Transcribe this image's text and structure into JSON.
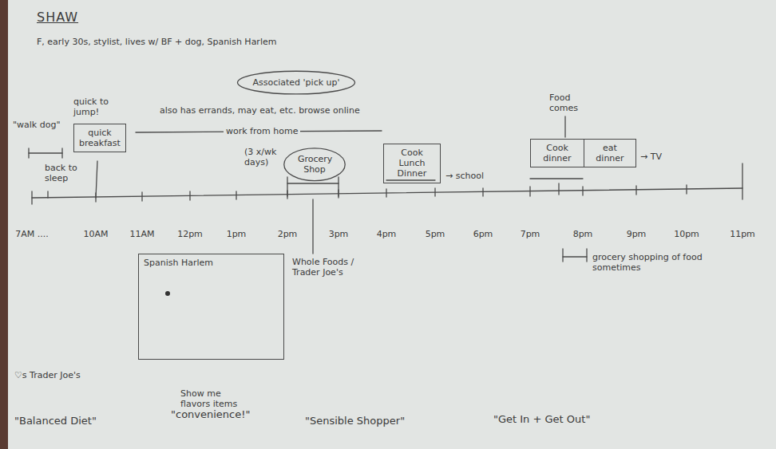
{
  "diagram": {
    "title": "SHAW",
    "nodes": [
      {
        "text": [
          "quick breakfast"
        ]
      },
      {
        "text": [
          "Associated 'pick up'"
        ]
      },
      {
        "text": [
          "Grocery Shop"
        ]
      },
      {
        "text": [
          "Cook Lunch Dinner"
        ]
      },
      {
        "text": [
          "Cook dinner"
        ]
      },
      {
        "text": [
          "eat dinner"
        ]
      },
      {
        "text": [
          "Spanish Harlem"
        ]
      }
    ],
    "labels": [
      "F, early 30s, stylist, lives w/ BF + dog, Spanish Harlem",
      "\"walk dog\"",
      "back to sleep",
      "quick to jump!",
      "also has errands, may eat, etc. browse online",
      "work from home",
      "(3 x/wk days)",
      "Whole Foods / Trader Joe's",
      "→ school",
      "Food comes",
      "→ TV",
      "grocery shopping of food sometimes",
      "7AM ....",
      "10AM",
      "11AM",
      "12pm",
      "1pm",
      "2pm",
      "3pm",
      "4pm",
      "5pm",
      "6pm",
      "7pm",
      "8pm",
      "9pm",
      "10pm",
      "11pm",
      "♡s Trader Joe's",
      "\"Balanced Diet\"",
      "Show me flavors items",
      "\"convenience!\"",
      "\"Sensible Shopper\"",
      "\"Get In + Get Out\""
    ]
  }
}
